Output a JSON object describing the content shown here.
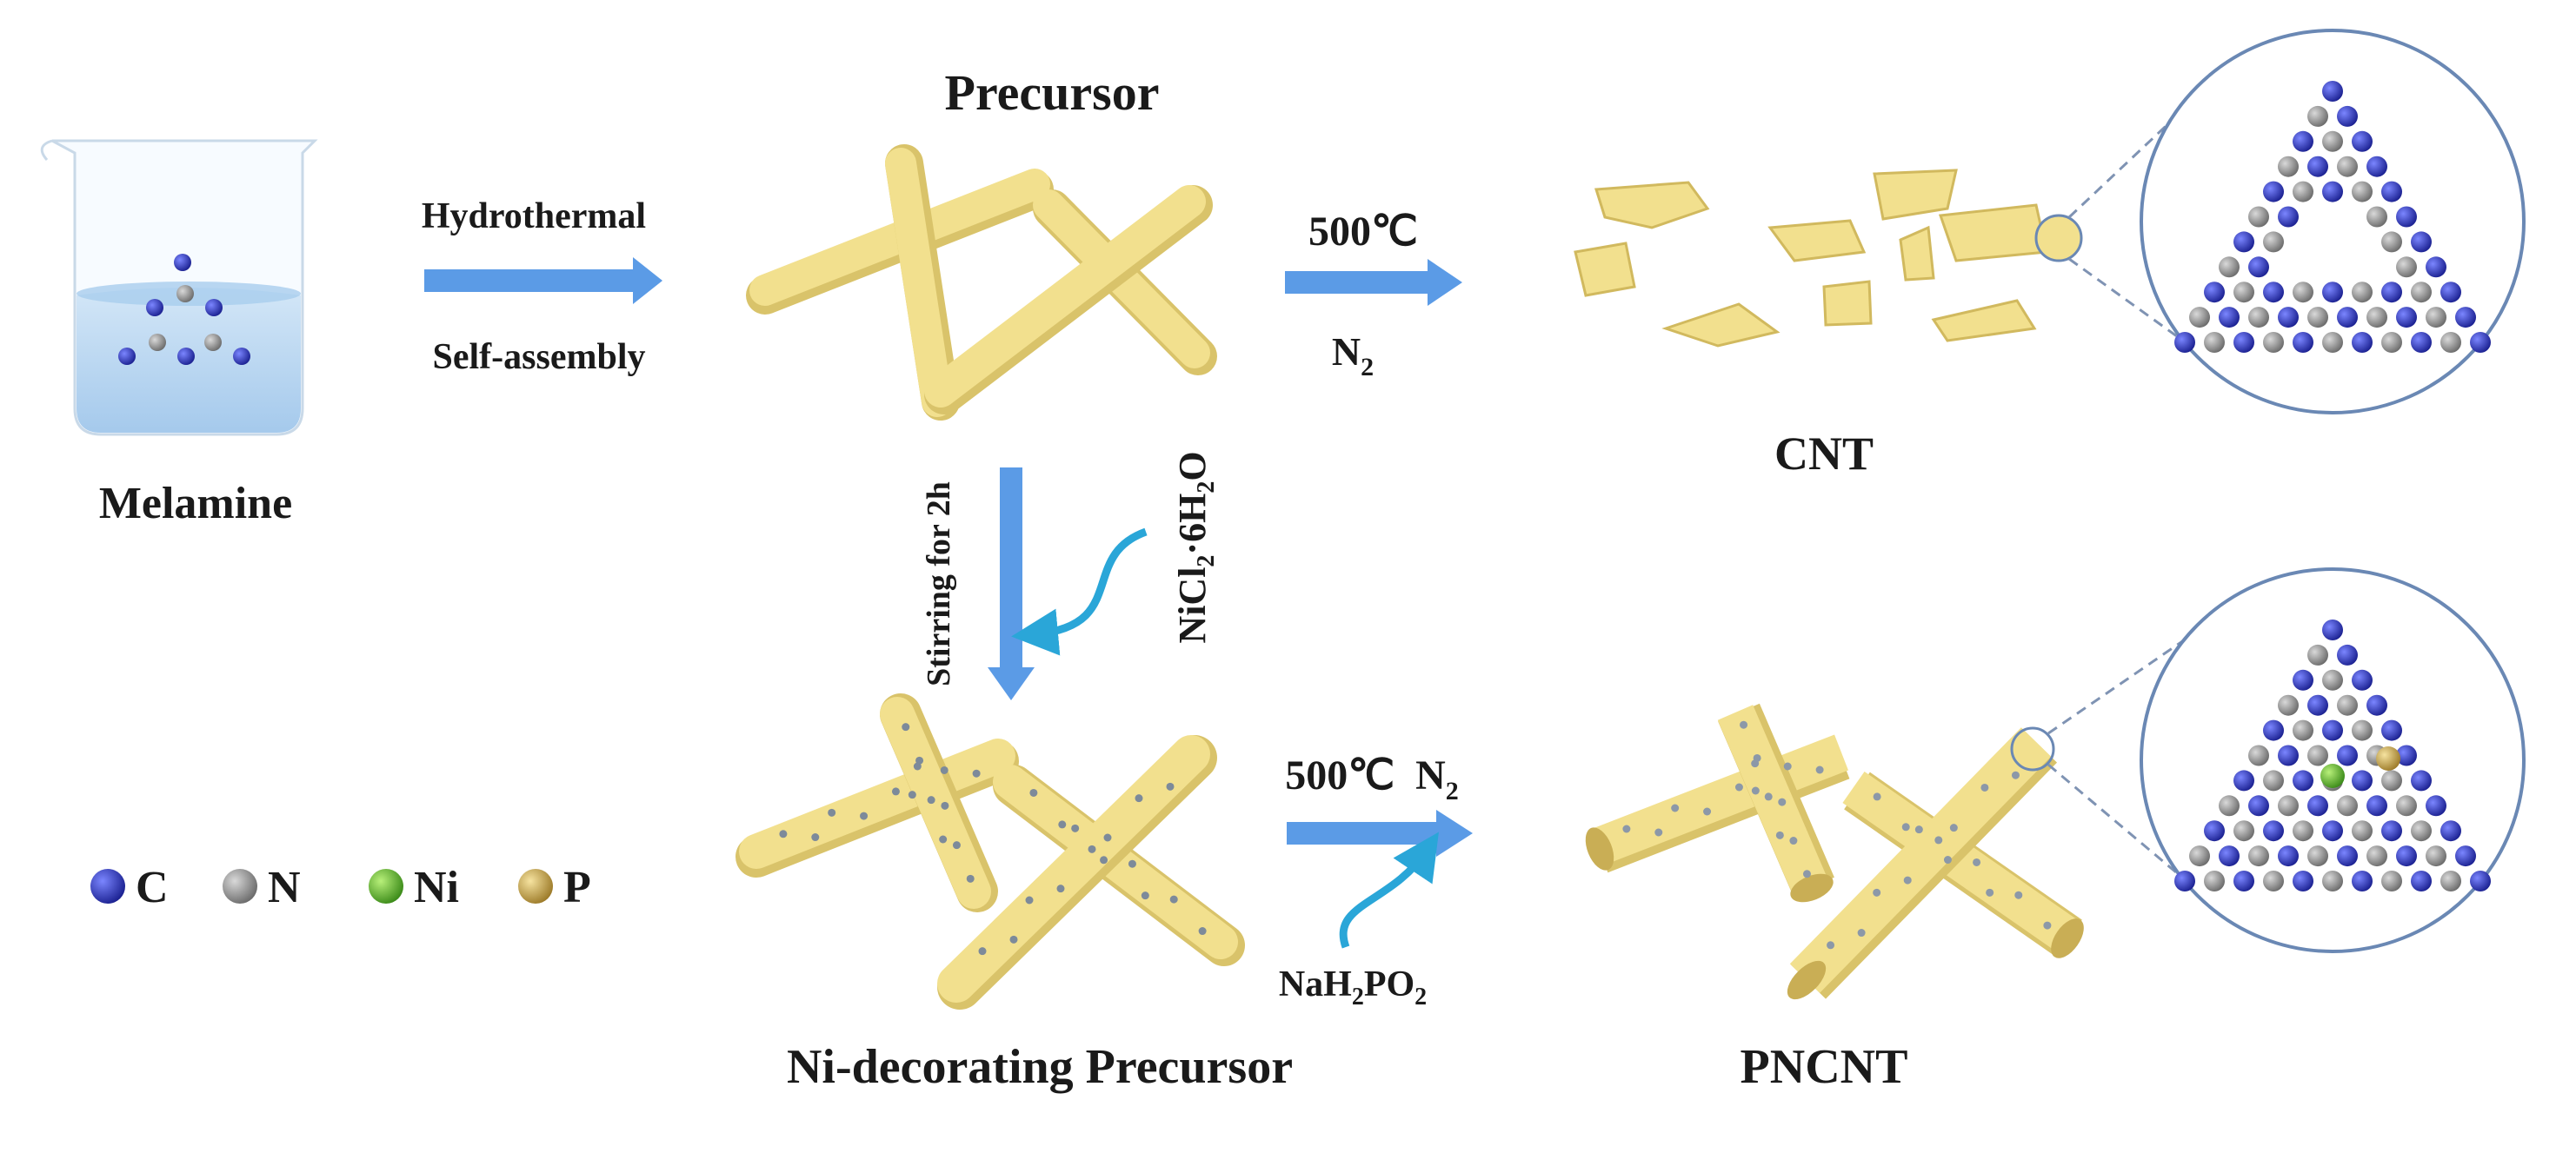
{
  "labels": {
    "melamine": "Melamine",
    "precursor": "Precursor",
    "hydrothermal": "Hydrothermal",
    "self_assembly": "Self-assembly",
    "cnt_temp": "500℃",
    "cnt_gas": {
      "main": "N",
      "sub": "2"
    },
    "cnt": "CNT",
    "stirring": "Stirring  for 2h",
    "nicl2": {
      "a": "NiCl",
      "a_sub": "2",
      "b": "·6H",
      "b_sub": "2",
      "c": "O"
    },
    "ni_precursor": "Ni-decorating Precursor",
    "pn_temp_gas": {
      "temp": "500℃",
      "gas": "N",
      "gas_sub": "2"
    },
    "nah2po2": {
      "a": "NaH",
      "a_sub": "2",
      "b": "PO",
      "b_sub": "2"
    },
    "pncnt": "PNCNT"
  },
  "legend": [
    {
      "symbol": "C",
      "color": "#2b34b8"
    },
    {
      "symbol": "N",
      "color": "#8c8c8c"
    },
    {
      "symbol": "Ni",
      "color": "#5fb82c"
    },
    {
      "symbol": "P",
      "color": "#c9a84a"
    }
  ],
  "colors": {
    "arrow": "#5b9be6",
    "curved_arrow": "#2aa6d8",
    "rod": "#f2e08e",
    "rod_dark": "#d9c36a",
    "water": "#bcd8f1",
    "carbon": "#2b34b8",
    "nitrogen": "#8c8c8c",
    "nickel": "#5fb82c",
    "phosphorus": "#c9a84a",
    "zoom_circle": "#6a88b4"
  }
}
